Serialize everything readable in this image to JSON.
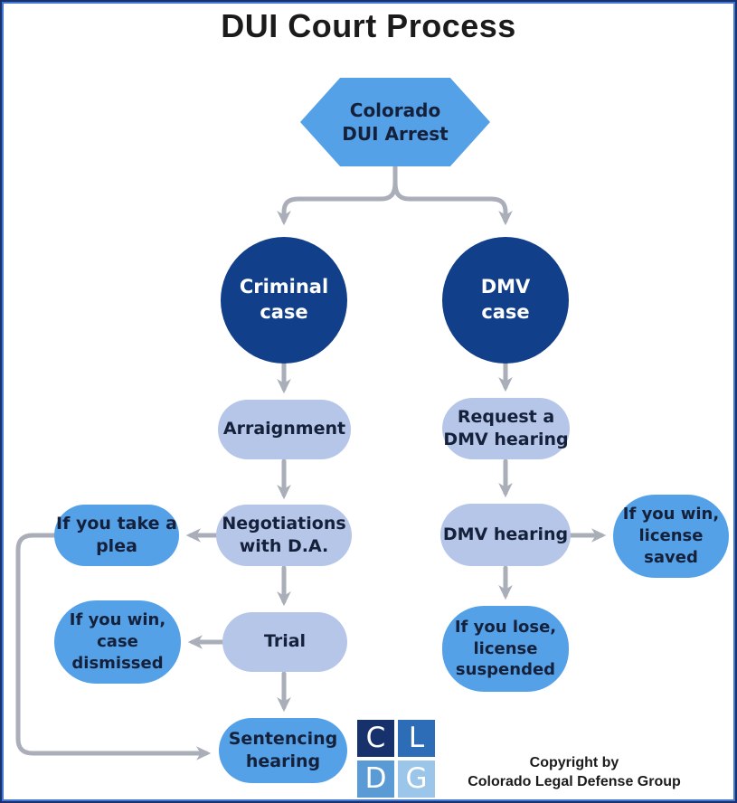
{
  "title": "DUI Court Process",
  "nodes": {
    "start": {
      "label": "Colorado\nDUI Arrest",
      "shape": "hexagon"
    },
    "criminal_case": {
      "label": "Criminal\ncase",
      "shape": "circle"
    },
    "dmv_case": {
      "label": "DMV\ncase",
      "shape": "circle"
    },
    "arraignment": {
      "label": "Arraignment",
      "shape": "pill"
    },
    "negotiations": {
      "label": "Negotiations\nwith D.A.",
      "shape": "pill"
    },
    "take_plea": {
      "label": "If you take a\nplea",
      "shape": "pill"
    },
    "trial": {
      "label": "Trial",
      "shape": "pill"
    },
    "case_dismissed": {
      "label": "If you win,\ncase\ndismissed",
      "shape": "pill"
    },
    "sentencing": {
      "label": "Sentencing\nhearing",
      "shape": "pill"
    },
    "request_dmv_hearing": {
      "label": "Request a\nDMV hearing",
      "shape": "pill"
    },
    "dmv_hearing": {
      "label": "DMV hearing",
      "shape": "pill"
    },
    "license_saved": {
      "label": "If you win,\nlicense\nsaved",
      "shape": "pill"
    },
    "license_suspended": {
      "label": "If you lose,\nlicense\nsuspended",
      "shape": "pill"
    }
  },
  "footer": {
    "logo_letters": {
      "c": "C",
      "l": "L",
      "d": "D",
      "g": "G"
    },
    "copyright": "Copyright by\nColorado Legal Defense Group"
  },
  "colors": {
    "bright_blue": "#55a1e8",
    "lavender": "#b5c6e9",
    "circle_navy": "#123f8a",
    "connector_gray": "#a9aeb8",
    "border_outer": "#17326f",
    "border_inner": "#4377d2",
    "logo_c_bg": "#16316b",
    "logo_l_bg": "#2d6db8",
    "logo_d_bg": "#5b9bd5",
    "logo_g_bg": "#9cc5ea",
    "text_dark": "#15203a"
  }
}
